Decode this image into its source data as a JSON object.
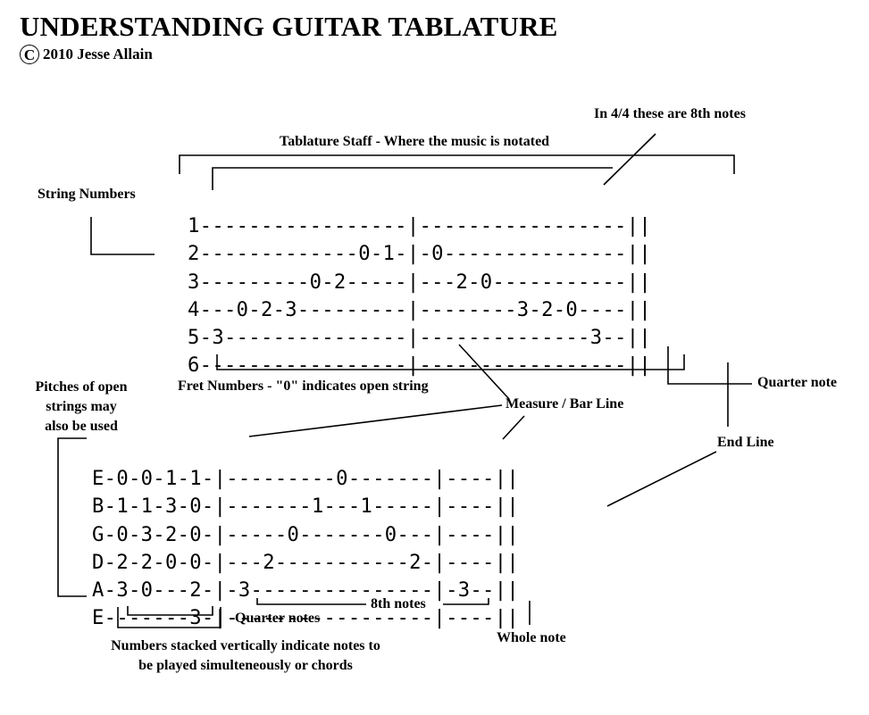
{
  "title": "UNDERSTANDING GUITAR TABLATURE",
  "copyright": {
    "symbol": "C",
    "text": "2010 Jesse Allain"
  },
  "annotations": {
    "eighth_notes_top": "In 4/4 these are 8th notes",
    "staff": "Tablature Staff - Where the music is notated",
    "string_numbers": "String Numbers",
    "fret_numbers": "Fret Numbers - \"0\" indicates open string",
    "quarter_note": "Quarter note",
    "measure_bar": "Measure / Bar Line",
    "open_pitches": "Pitches of open\nstrings may\nalso be used",
    "end_line": "End Line",
    "quarter_notes": "Quarter notes",
    "eighth_notes_bottom": "8th notes",
    "whole_note": "Whole note",
    "chords": "Numbers stacked vertically indicate notes to\nbe played simulteneously or chords"
  },
  "tab_top": [
    "1-----------------|-----------------||",
    "2-------------0-1-|-0---------------||",
    "3---------0-2-----|---2-0-----------||",
    "4---0-2-3---------|--------3-2-0----||",
    "5-3---------------|--------------3--||",
    "6-----------------|-----------------||"
  ],
  "tab_bottom": [
    "E-0-0-1-1-|---------0-------|----||",
    "B-1-1-3-0-|-------1---1-----|----||",
    "G-0-3-2-0-|-----0-------0---|----||",
    "D-2-2-0-0-|---2-----------2-|----||",
    "A-3-0---2-|-3---------------|-3--||",
    "E-------3-|-----------------|----||"
  ]
}
